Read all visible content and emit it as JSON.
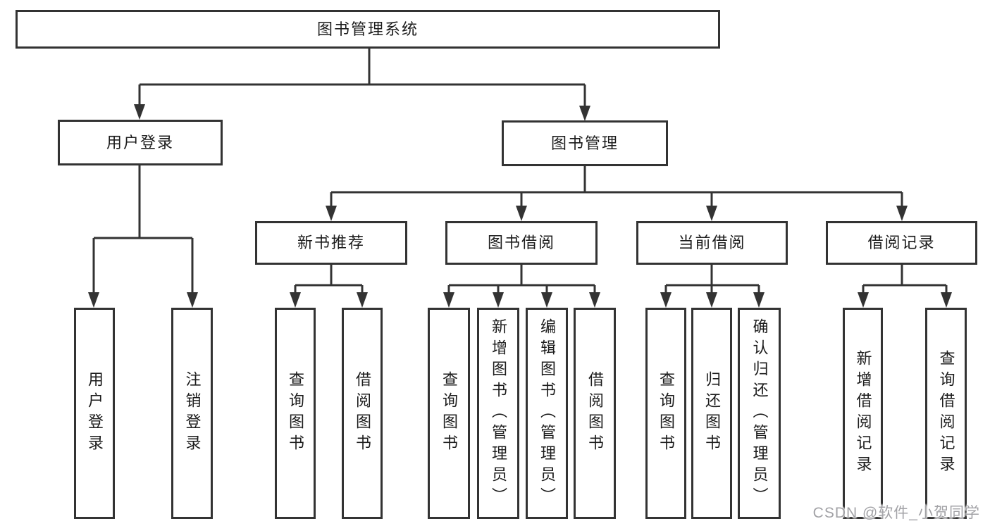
{
  "diagram": {
    "root_label": "图书管理系统",
    "children": [
      {
        "label": "用户登录",
        "children": [
          {
            "label": "用户登录"
          },
          {
            "label": "注销登录"
          }
        ]
      },
      {
        "label": "图书管理",
        "children": [
          {
            "label": "新书推荐",
            "children": [
              {
                "label": "查询图书"
              },
              {
                "label": "借阅图书"
              }
            ]
          },
          {
            "label": "图书借阅",
            "children": [
              {
                "label": "查询图书"
              },
              {
                "label": "新增图书（管理员）"
              },
              {
                "label": "编辑图书（管理员）"
              },
              {
                "label": "借阅图书"
              }
            ]
          },
          {
            "label": "当前借阅",
            "children": [
              {
                "label": "查询图书"
              },
              {
                "label": "归还图书"
              },
              {
                "label": "确认归还（管理员）"
              }
            ]
          },
          {
            "label": "借阅记录",
            "children": [
              {
                "label": "新增借阅记录"
              },
              {
                "label": "查询借阅记录"
              }
            ]
          }
        ]
      }
    ]
  },
  "watermark": {
    "text": "CSDN @软件_小贺同学",
    "color": "#a2a2a6"
  },
  "colors": {
    "line": "#333333",
    "text": "#1c1c1c",
    "background": "#ffffff"
  }
}
